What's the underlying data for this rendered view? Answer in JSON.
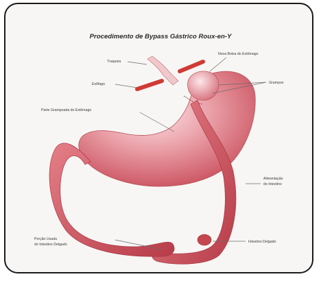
{
  "title": "Procedimento de Bypass Gástrico Roux-en-Y",
  "labels": {
    "traqueia": "Traqueia",
    "esofago": "Esôfago",
    "bolsa": "Nova Bolsa do Estômago",
    "grampos": "Grampos",
    "estomago_grampeado": "Parte Grampeada do Estômago",
    "intestino_alimentacao": "Alimentação do Intestino",
    "porcao_intestino": "Porção Usada do Intestino Delgado",
    "intestino_delgado": "Intestino Delgado"
  },
  "colors": {
    "stomach": "#d9707c",
    "intestine": "#d1525c",
    "esophagus": "#c83a3a",
    "frame": "#1a1a1a"
  }
}
